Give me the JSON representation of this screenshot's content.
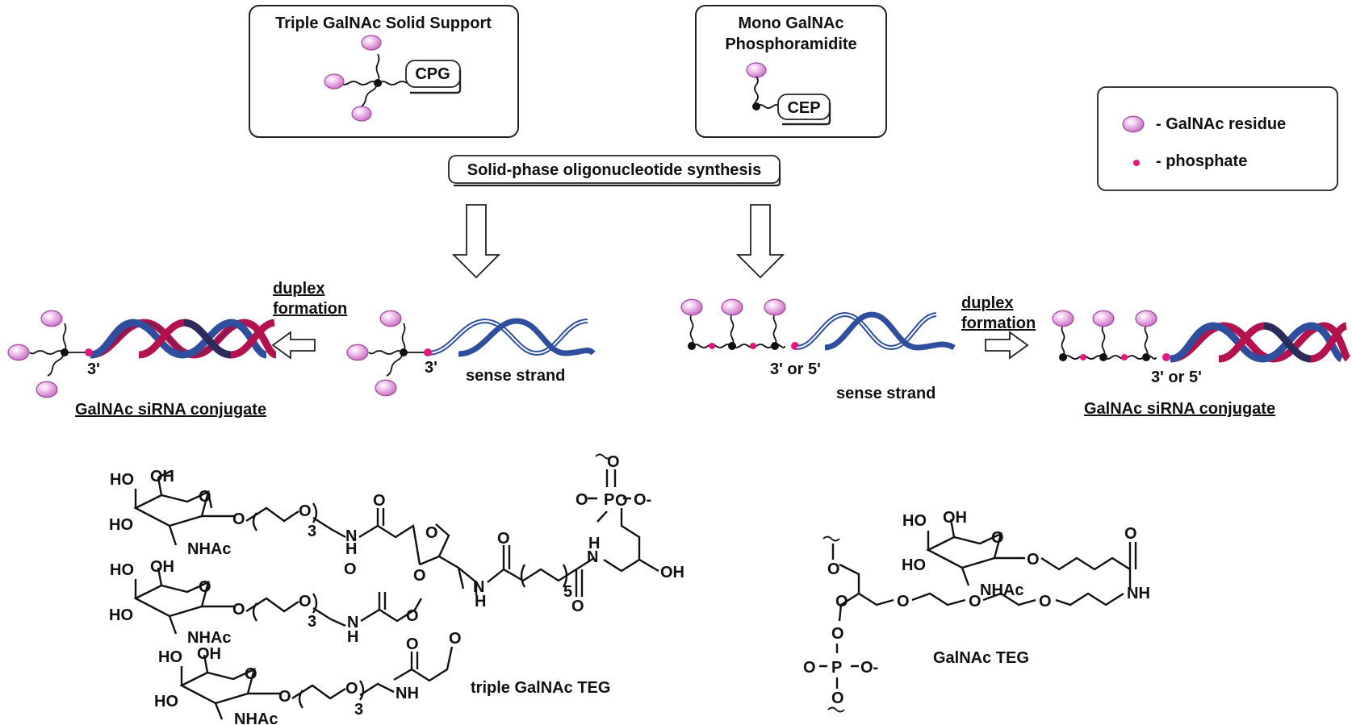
{
  "colors": {
    "galnac": "#d98ad6",
    "phosphate": "#e5167d",
    "strand_blue": "#2f4f9e",
    "strand_red": "#b3124f",
    "strand_dark": "#2a2d5a",
    "ink": "#111111"
  },
  "support_box": {
    "title": "Triple GalNAc Solid Support",
    "tag": "CPG"
  },
  "amidite_box": {
    "title_line1": "Mono GalNAc",
    "title_line2": "Phosphoramidite",
    "tag": "CEP"
  },
  "synthesis_label": "Solid-phase oligonucleotide synthesis",
  "legend": {
    "residue": "- GalNAc residue",
    "phosphate": "- phosphate"
  },
  "left_panel": {
    "prime_label_1": "3'",
    "prime_label_2": "3'",
    "sense": "sense strand",
    "duplex_line1": "duplex",
    "duplex_line2": "formation",
    "conjugate": "GalNAc siRNA conjugate"
  },
  "right_panel": {
    "prime_label_1": "3' or 5'",
    "prime_label_2": "3' or 5'",
    "sense": "sense strand",
    "duplex_line1": "duplex",
    "duplex_line2": "formation",
    "conjugate": "GalNAc siRNA conjugate"
  },
  "structures": {
    "triple_name": "triple GalNAc TEG",
    "mono_name": "GalNAc TEG",
    "ho": "HO",
    "oh": "OH",
    "nhac": "NHAc",
    "o": "O",
    "p": "P",
    "o_minus": "O-",
    "three": "3",
    "five": "5",
    "h": "H",
    "n": "N",
    "nh": "NH"
  }
}
